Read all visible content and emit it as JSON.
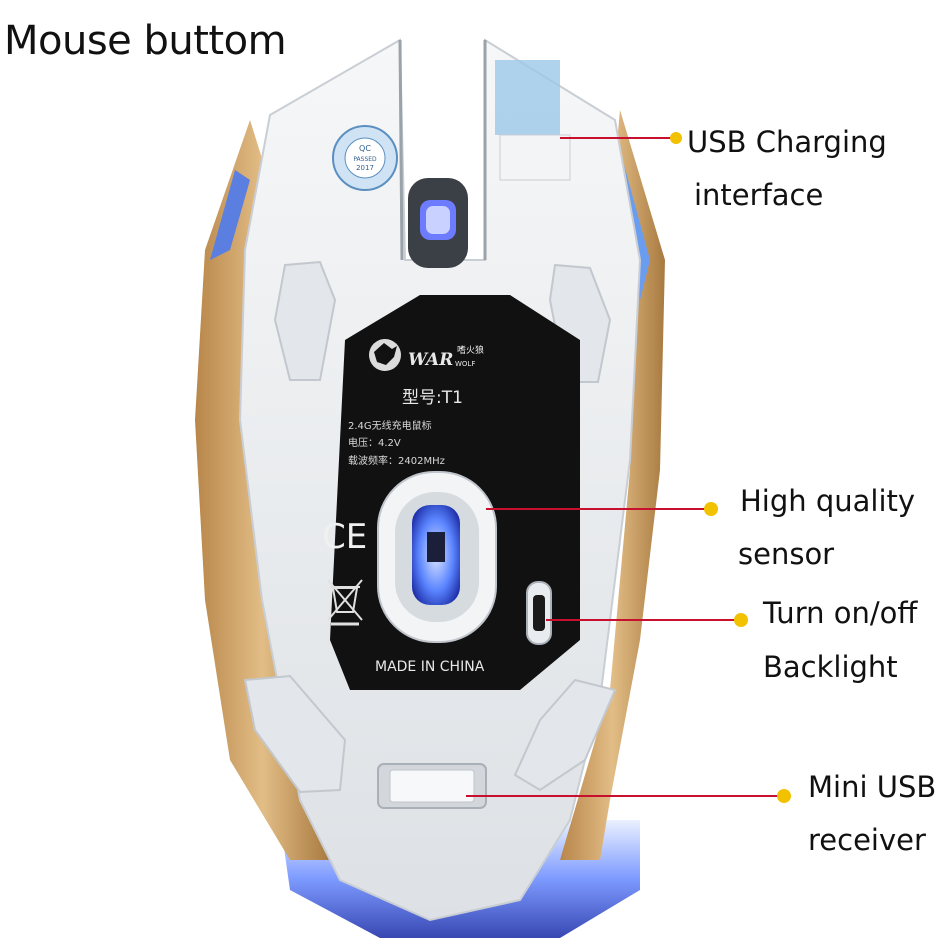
{
  "title": "Mouse buttom",
  "colors": {
    "callout_line": "#c8102e",
    "callout_dot": "#f2c200",
    "shell_white": "#eef0f2",
    "side_gold": "#c99a5c",
    "panel_black": "#111111",
    "led_blue": "#4a7bff"
  },
  "label": {
    "brand": "WAR",
    "brand_sub": "WOLF",
    "brand_cn": "嗜火狼",
    "model": "型号:T1",
    "spec_1": "2.4G无线充电鼠标",
    "spec_2": "电压：4.2V",
    "spec_3": "载波频率：2402MHz",
    "ce": "CE",
    "origin": "MADE IN CHINA"
  },
  "qc_sticker": {
    "top": "QC",
    "middle": "PASSED",
    "year": "2017"
  },
  "callouts": [
    {
      "line1": "USB Charging",
      "line2": "interface"
    },
    {
      "line1": "High quality",
      "line2": "sensor"
    },
    {
      "line1": "Turn on/off",
      "line2": "Backlight"
    },
    {
      "line1": "Mini USB",
      "line2": "receiver"
    }
  ]
}
